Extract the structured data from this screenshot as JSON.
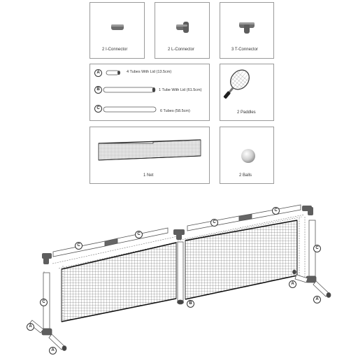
{
  "parts": {
    "i_connector": "2  I-Connector",
    "l_connector": "2  L-Connector",
    "t_connector": "3  T-Connector",
    "tube_a": "4 Tubes With Lid (13.5cm)",
    "tube_b": "1 Tube With Lid (61.5cm)",
    "tube_c": "6 Tubes (58.5cm)",
    "paddles": "2  Paddles",
    "net": "1  Net",
    "balls": "2  Balls"
  },
  "letters": {
    "a": "A",
    "b": "B",
    "c": "C"
  }
}
